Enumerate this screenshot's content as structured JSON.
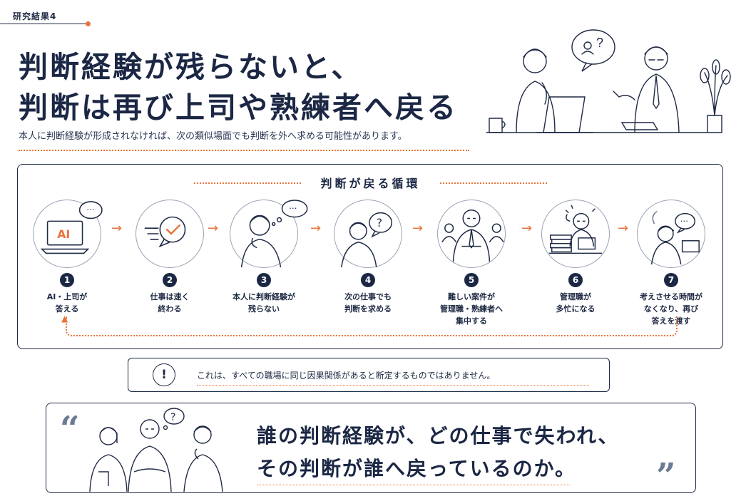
{
  "section_tag": "研究結果4",
  "title_line1": "判断経験が残らないと、",
  "title_line2": "判断は再び上司や熟練者へ戻る",
  "subtitle": "本人に判断経験が形成されなければ、次の類似場面でも判断を外へ求める可能性があります。",
  "cycle": {
    "title": "判断が戻る循環",
    "steps": [
      {
        "num": "1",
        "label": "AI・上司が\n答える",
        "icon": "laptop-ai-icon",
        "screen_text": "AI"
      },
      {
        "num": "2",
        "label": "仕事は速く\n終わる",
        "icon": "speech-check-icon"
      },
      {
        "num": "3",
        "label": "本人に判断経験が\n残らない",
        "icon": "thinking-person-icon"
      },
      {
        "num": "4",
        "label": "次の仕事でも\n判断を求める",
        "icon": "question-person-icon"
      },
      {
        "num": "5",
        "label": "難しい案件が\n管理職・熟練者へ\n集中する",
        "icon": "manager-icon"
      },
      {
        "num": "6",
        "label": "管理職が\n多忙になる",
        "icon": "busy-manager-icon"
      },
      {
        "num": "7",
        "label": "考えさせる時間が\nなくなり、再び\n答えを渡す",
        "icon": "answer-again-icon"
      }
    ]
  },
  "note": {
    "icon": "exclamation-icon",
    "text": "これは、すべての職場に同じ因果関係があると断定するものではありません。"
  },
  "quote": {
    "line1": "誰の判断経験が、どの仕事で失われ、",
    "line2": "その判断が誰へ戻っているのか。",
    "open_mark": "“",
    "close_mark": "”"
  },
  "colors": {
    "navy": "#1b2744",
    "accent": "#e8743b"
  }
}
